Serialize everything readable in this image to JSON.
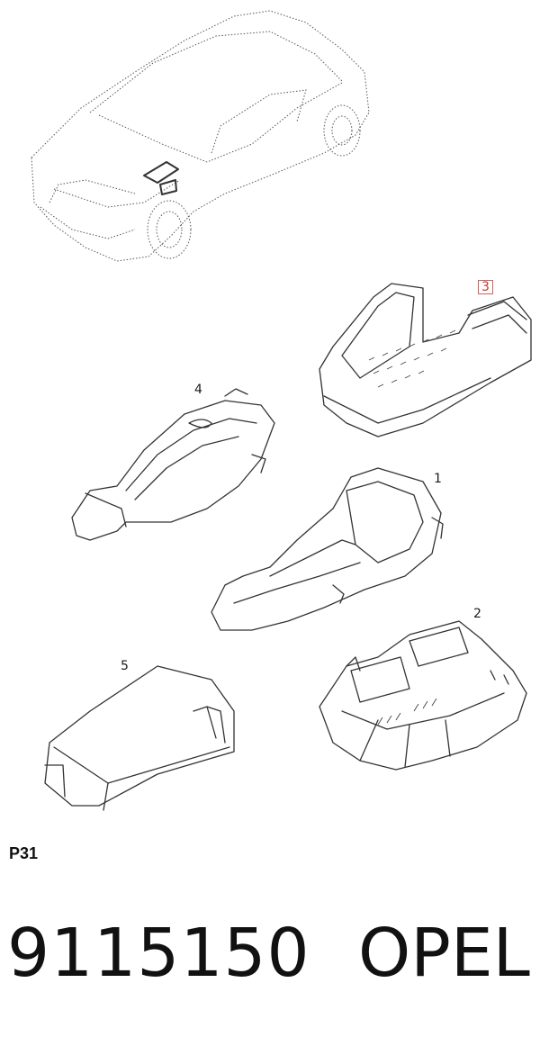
{
  "diagram": {
    "callouts": {
      "c1": "1",
      "c2": "2",
      "c3": "3",
      "c4": "4",
      "c5": "5"
    },
    "highlighted_callout": "3",
    "highlight_color": "#e05a5a"
  },
  "page_code": "P31",
  "footer": {
    "part_number": "9115150",
    "brand": "OPEL"
  }
}
